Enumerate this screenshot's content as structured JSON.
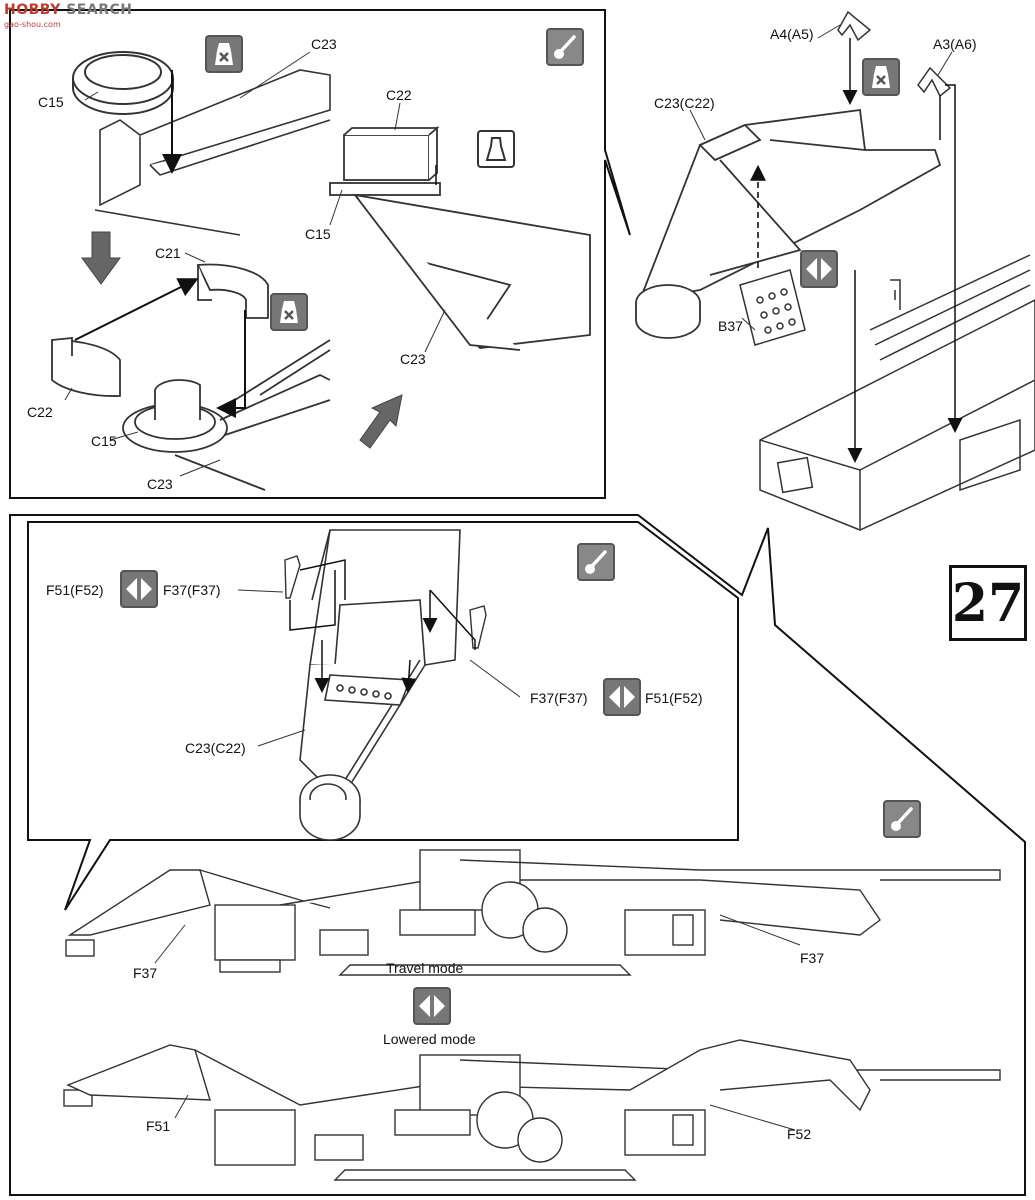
{
  "watermark": {
    "brand": "SEARCH",
    "prefix": "HOBBY",
    "url": "gao-shou.com"
  },
  "step": {
    "number": "27"
  },
  "inset_top_left": {
    "labels": {
      "c15_top": "C15",
      "c23_top": "C23",
      "c22_top": "C22",
      "c15_mid": "C15",
      "c21": "C21",
      "c23_mid": "C23",
      "c22_left": "C22",
      "c15_bottom": "C15",
      "c23_bottom": "C23"
    }
  },
  "main_top_right": {
    "labels": {
      "a4": "A4(A5)",
      "a3": "A3(A6)",
      "c23_c22": "C23(C22)",
      "b37": "B37"
    }
  },
  "inset_middle": {
    "labels": {
      "f51_left": "F51(F52)",
      "f37_left": "F37(F37)",
      "f37_right": "F37(F37)",
      "f51_right": "F51(F52)",
      "c23_c22": "C23(C22)"
    }
  },
  "bottom": {
    "travel_caption": "Travel mode",
    "lowered_caption": "Lowered mode",
    "labels": {
      "f37_left": "F37",
      "f37_right": "F37",
      "f51": "F51",
      "f52": "F52"
    }
  },
  "icons": [
    "no-glue-icon",
    "paint-icon",
    "glue-icon",
    "option-icon",
    "option-arrows-icon"
  ]
}
